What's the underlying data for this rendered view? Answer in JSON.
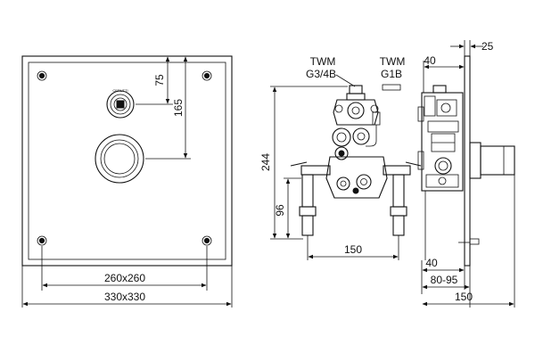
{
  "front_view": {
    "dim_top": "75",
    "dim_side": "165",
    "dim_inner": "260x260",
    "dim_outer": "330x330",
    "knob_brand": "CERUTTI"
  },
  "middle_view": {
    "label_left_line1": "TWM",
    "label_left_line2": "G3/4B",
    "label_right_line1": "TWM",
    "label_right_line2": "G1B",
    "dim_height": "244",
    "dim_lower": "96",
    "dim_width": "150"
  },
  "side_view": {
    "dim_top_a": "25",
    "dim_top_b": "40",
    "dim_bottom_a": "40",
    "dim_range": "80-95",
    "dim_depth": "150"
  },
  "colors": {
    "line": "#111111",
    "background": "#ffffff"
  }
}
